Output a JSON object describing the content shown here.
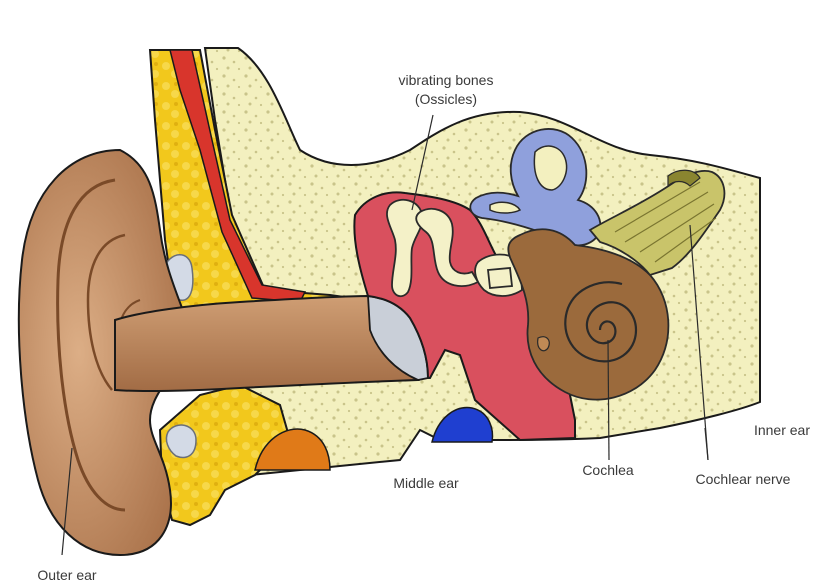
{
  "diagram": {
    "labels": {
      "ossicles_line1": "vibrating bones",
      "ossicles_line2": "(Ossicles)",
      "outer_ear": "Outer ear",
      "middle_ear": "Middle ear",
      "inner_ear": "Inner ear",
      "cochlea": "Cochlea",
      "cochlear_nerve": "Cochlear nerve"
    },
    "colors": {
      "skin": "#c8976e",
      "skin_dark": "#9c6a45",
      "bone": "#f3f0bf",
      "bone_dots": "#c9c48a",
      "fat": "#f2c81c",
      "muscle": "#d8352c",
      "middle_ear_cavity": "#d9505e",
      "ossicles": "#f4f1c8",
      "semicircular_canals": "#8fa0dc",
      "cochlea": "#9b6a3c",
      "nerve": "#c9c46a",
      "eardrum": "#c9cfd8",
      "blue_vessel": "#1f3fd0",
      "orange_tissue": "#e07a18"
    }
  }
}
